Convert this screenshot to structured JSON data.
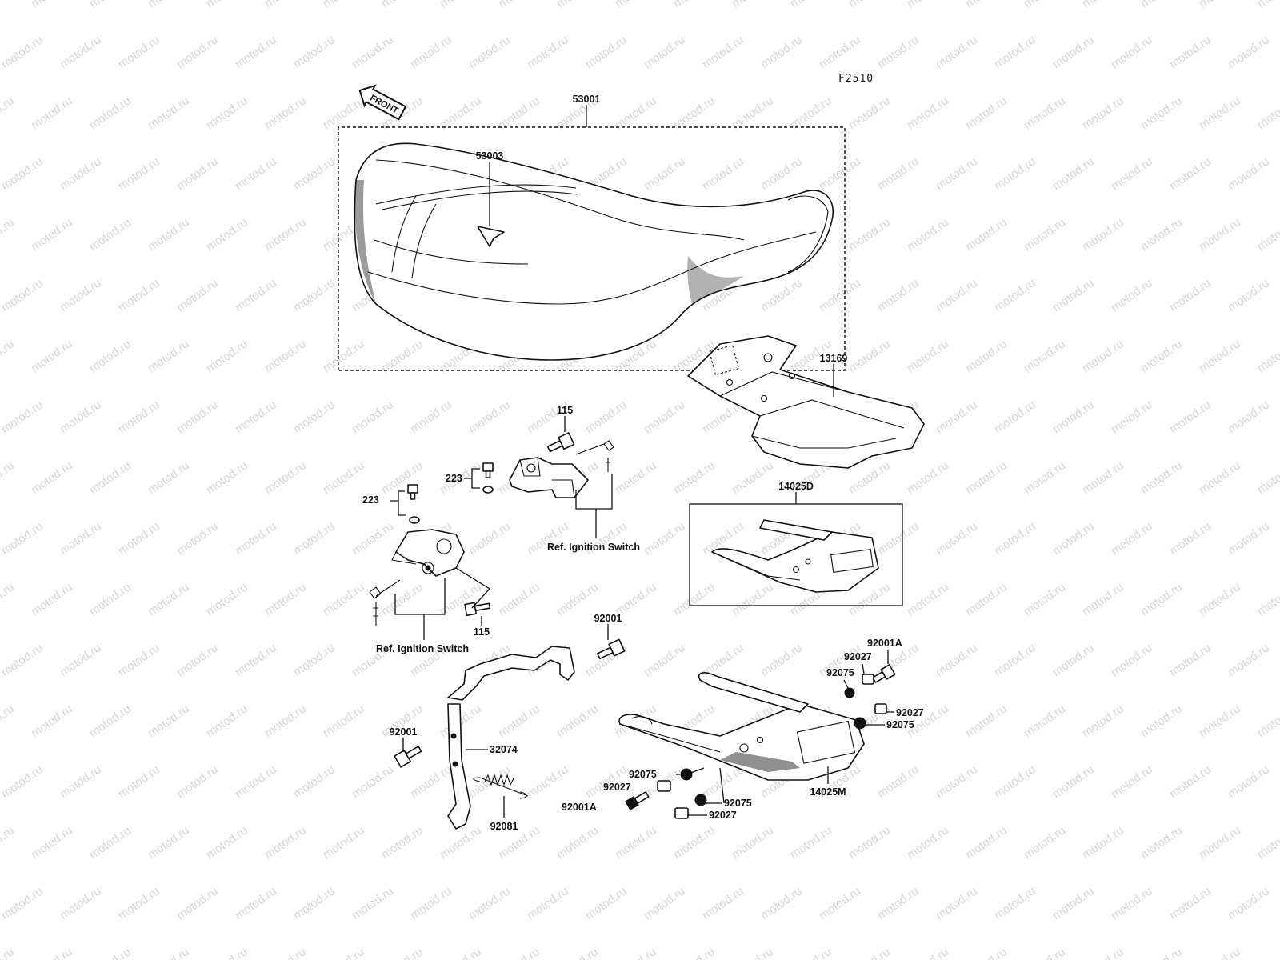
{
  "diagram_code": "F2510",
  "front_arrow": "FRONT",
  "watermark": "motod.ru",
  "labels": {
    "p53001": "53001",
    "p53003": "53003",
    "p13169": "13169",
    "p115_top": "115",
    "p223_a": "223",
    "p223_b": "223",
    "ref_ign_1": "Ref. Ignition Switch",
    "ref_ign_2": "Ref. Ignition Switch",
    "p115_bottom": "115",
    "p14025D": "14025D",
    "p92001_top": "92001",
    "p92001_left": "92001",
    "p32074": "32074",
    "p92081": "92081",
    "p92001A_right": "92001A",
    "p92027_r1": "92027",
    "p92075_r1": "92075",
    "p92027_r2": "92027",
    "p92075_r2": "92075",
    "p14025M": "14025M",
    "p92075_l1": "92075",
    "p92027_l1": "92027",
    "p92001A_left": "92001A",
    "p92075_l2": "92075",
    "p92027_l2": "92027"
  }
}
